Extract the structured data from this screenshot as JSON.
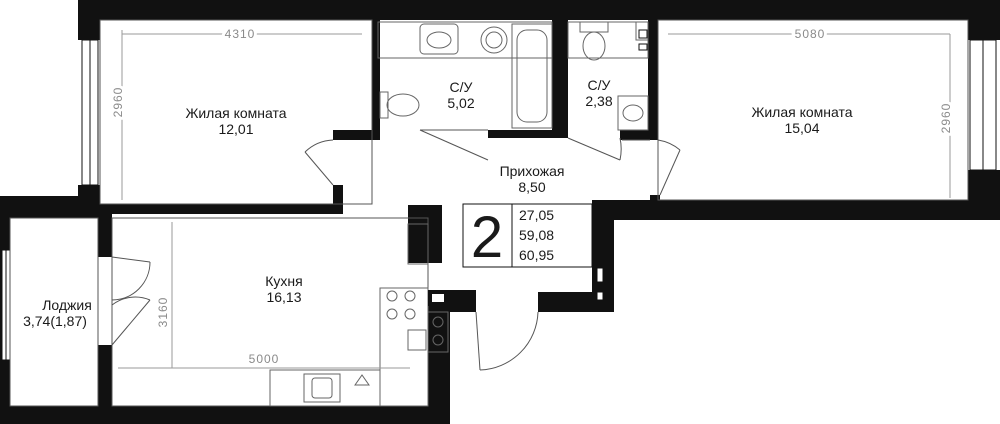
{
  "apartment": {
    "rooms_count": "2",
    "areas": [
      "27,05",
      "59,08",
      "60,95"
    ]
  },
  "rooms": {
    "living1": {
      "name": "Жилая комната",
      "area": "12,01"
    },
    "bath1": {
      "name": "С/У",
      "area": "5,02"
    },
    "bath2": {
      "name": "С/У",
      "area": "2,38"
    },
    "living2": {
      "name": "Жилая комната",
      "area": "15,04"
    },
    "hall": {
      "name": "Прихожая",
      "area": "8,50"
    },
    "kitchen": {
      "name": "Кухня",
      "area": "16,13"
    },
    "loggia": {
      "name": "Лоджия",
      "area": "3,74(1,87)"
    }
  },
  "dimensions": {
    "living1_width": "4310",
    "living1_depth": "2960",
    "living2_width": "5080",
    "living2_depth": "2960",
    "kitchen_width": "5000",
    "kitchen_depth": "3160"
  },
  "colors": {
    "wall": "#111111",
    "line": "#555555",
    "dim": "#9a9a9a"
  }
}
